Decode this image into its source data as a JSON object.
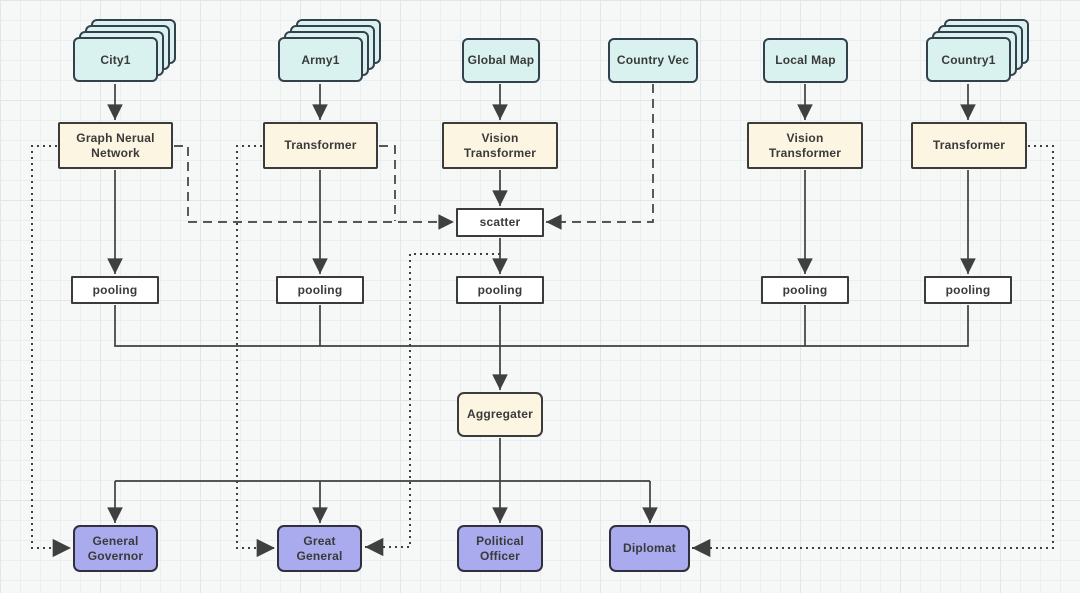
{
  "theme": {
    "canvas-bg": "#f6f7f7",
    "grid-minor": "#ebeeee",
    "grid-major": "#e2e6e7",
    "node-cyan": "#d9f2ef",
    "node-cyan-border": "#33414d",
    "node-beige": "#fbf5e1",
    "node-beige-border": "#3b3b3b",
    "node-white": "#ffffff",
    "node-white-border": "#3b3b3b",
    "node-purple": "#a9abee",
    "node-purple-border": "#30303c",
    "edge-color": "#3f3f3f",
    "label-color": "#3a3a3a"
  },
  "diagram": {
    "nodes": {
      "city1": {
        "label": "City1",
        "type": "input-stack"
      },
      "army1": {
        "label": "Army1",
        "type": "input-stack"
      },
      "global_map": {
        "label": "Global Map",
        "type": "input"
      },
      "country_vec": {
        "label": "Country Vec",
        "type": "input"
      },
      "local_map": {
        "label": "Local Map",
        "type": "input"
      },
      "country1": {
        "label": "Country1",
        "type": "input-stack"
      },
      "gnn": {
        "label": "Graph Nerual Network",
        "type": "encoder"
      },
      "transformer_army": {
        "label": "Transformer",
        "type": "encoder"
      },
      "vit_global": {
        "label": "Vision Transformer",
        "type": "encoder"
      },
      "vit_local": {
        "label": "Vision Transformer",
        "type": "encoder"
      },
      "transformer_country": {
        "label": "Transformer",
        "type": "encoder"
      },
      "scatter": {
        "label": "scatter",
        "type": "op"
      },
      "pooling_city": {
        "label": "pooling",
        "type": "op"
      },
      "pooling_army": {
        "label": "pooling",
        "type": "op"
      },
      "pooling_global": {
        "label": "pooling",
        "type": "op"
      },
      "pooling_local": {
        "label": "pooling",
        "type": "op"
      },
      "pooling_country": {
        "label": "pooling",
        "type": "op"
      },
      "aggregater": {
        "label": "Aggregater",
        "type": "op"
      },
      "general_governor": {
        "label": "General Governor",
        "type": "head"
      },
      "great_general": {
        "label": "Great General",
        "type": "head"
      },
      "political_officer": {
        "label": "Political Officer",
        "type": "head"
      },
      "diplomat": {
        "label": "Diplomat",
        "type": "head"
      }
    },
    "edge_styles": {
      "solid": "direct flow",
      "dashed": "scatter inputs",
      "dotted": "skip connections to output heads"
    }
  }
}
